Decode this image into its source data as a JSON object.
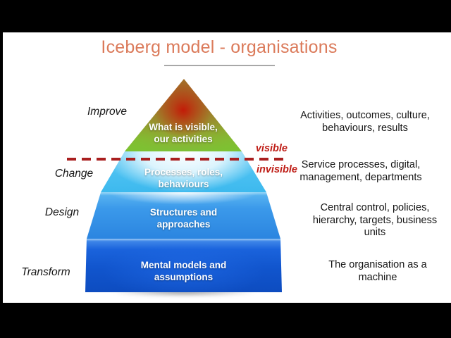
{
  "title": {
    "text": "Iceberg model - organisations"
  },
  "divider": {
    "visible_label": "visible",
    "invisible_label": "invisible"
  },
  "layers": [
    {
      "left_label": "Improve",
      "pyramid_label": "What is visible,\nour activities",
      "right_note": "Activities, outcomes, culture,\nbehaviours, results",
      "color": "#c2341c"
    },
    {
      "left_label": "Change",
      "pyramid_label": "Processes, roles,\nbehaviours",
      "right_note": "Service processes, digital,\nmanagement, departments",
      "color": "#4ec3f2"
    },
    {
      "left_label": "Design",
      "pyramid_label": "Structures and\napproaches",
      "right_note": "Central control, policies,\nhierarchy, targets, business\nunits",
      "color": "#2f8de2"
    },
    {
      "left_label": "Transform",
      "pyramid_label": "Mental models and\nassumptions",
      "right_note": "The organisation as a\nmachine",
      "color": "#1155cd"
    }
  ],
  "colors": {
    "title": "#db7a5a",
    "waterline": "#a91f1f",
    "waterline_labels": "#bf1e17",
    "background": "#ffffff",
    "letterbox": "#000000"
  }
}
